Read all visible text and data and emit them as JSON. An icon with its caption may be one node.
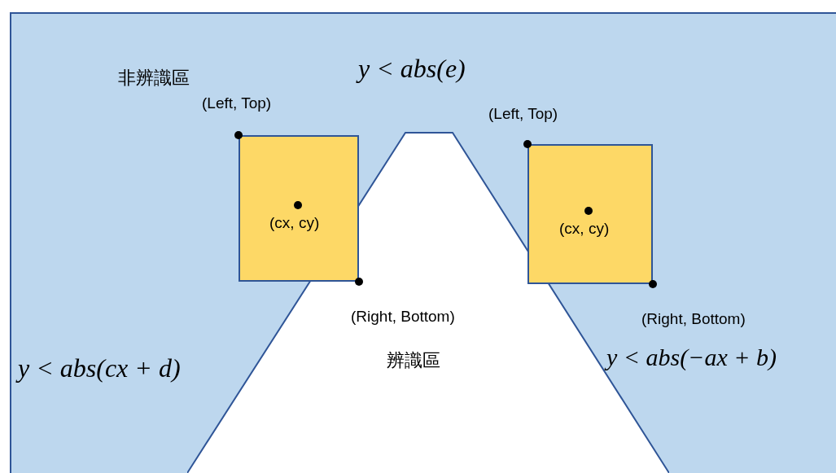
{
  "diagram": {
    "nodes": [
      {
        "text": [
          "非辨識區"
        ]
      },
      {
        "text": [
          "辨識區"
        ],
        "in": 0
      },
      {
        "text": [
          "(cx, cy)"
        ],
        "in": 0
      },
      {
        "text": [
          "(cx, cy)"
        ],
        "in": 0
      }
    ],
    "edges": [],
    "labels": [
      "y < abs(e)",
      "(Left, Top)",
      "(Left, Top)",
      "(Right, Bottom)",
      "(Right, Bottom)",
      "y < abs(cx + d)",
      "y < abs(−ax + b)"
    ]
  }
}
